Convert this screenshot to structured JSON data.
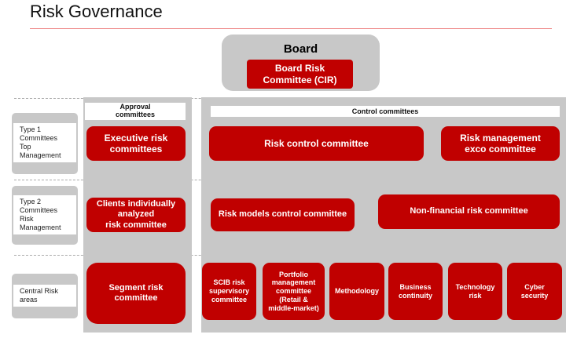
{
  "title": "Risk Governance",
  "board": {
    "label": "Board",
    "committee": "Board Risk\nCommittee (CIR)"
  },
  "levels": [
    "Type 1\nCommittees\nTop\nManagement",
    "Type 2\nCommittees\nRisk\nManagement",
    "Central Risk\nareas"
  ],
  "approval": {
    "header": "Approval\ncommittees",
    "items": [
      "Executive risk\ncommittees",
      "Clients individually\nanalyzed\nrisk committee",
      "Segment risk\ncommittee"
    ]
  },
  "control": {
    "header": "Control committees",
    "row1": [
      "Risk control committee",
      "Risk management\nexco committee"
    ],
    "row2": [
      "Risk models control committee",
      "Non-financial risk committee"
    ],
    "row3": [
      "SCIB risk\nsupervisory\ncommittee",
      "Portfolio\nmanagement\ncommittee\n(Retail &\nmiddle-market)",
      "Methodology",
      "Business\ncontinuity",
      "Technology\nrisk",
      "Cyber\nsecurity"
    ]
  }
}
